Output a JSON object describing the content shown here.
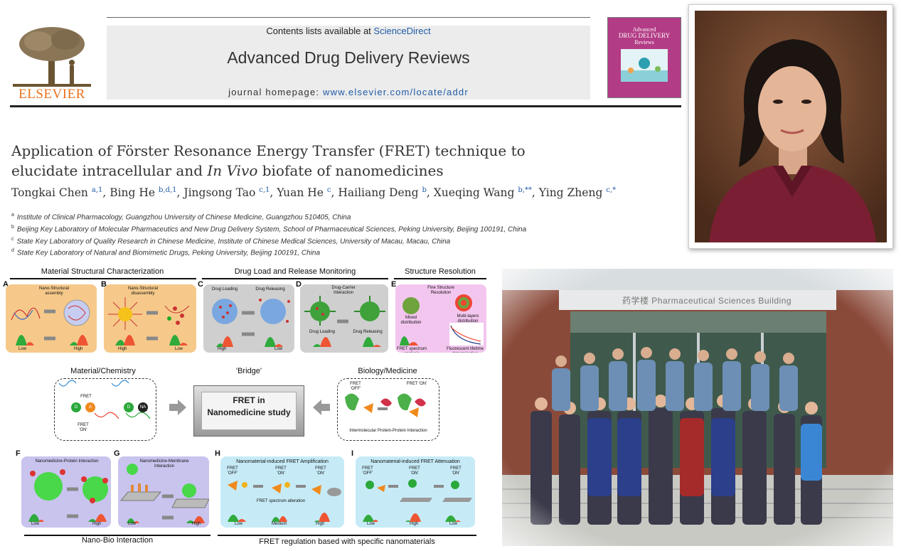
{
  "header": {
    "publisher_logo_text": "ELSEVIER",
    "contents_prefix": "Contents lists available at ",
    "contents_link": "ScienceDirect",
    "journal_title": "Advanced Drug Delivery Reviews",
    "homepage_prefix": "journal homepage: ",
    "homepage_url": "www.elsevier.com/locate/addr",
    "cover_title_1": "Advanced",
    "cover_title_2": "DRUG DELIVERY",
    "cover_title_3": "Reviews"
  },
  "article": {
    "title_line1": "Application of Förster Resonance Energy Transfer (FRET) technique to",
    "title_line2_a": "elucidate intracellular and ",
    "title_line2_italic": "In Vivo",
    "title_line2_b": " biofate of nanomedicines",
    "authors": [
      {
        "name": "Tongkai Chen ",
        "sup": "a,1",
        "sep": ", "
      },
      {
        "name": "Bing He ",
        "sup": "b,d,1",
        "sep": ", "
      },
      {
        "name": "Jingsong Tao ",
        "sup": "c,1",
        "sep": ", "
      },
      {
        "name": "Yuan He ",
        "sup": "c",
        "sep": ", "
      },
      {
        "name": "Hailiang Deng ",
        "sup": "b",
        "sep": ", "
      },
      {
        "name": "Xueqing Wang ",
        "sup": "b,**",
        "sep": ", "
      },
      {
        "name": "Ying Zheng ",
        "sup": "c,*",
        "sep": ""
      }
    ],
    "affiliations": [
      {
        "key": "a",
        "text": "Institute of Clinical Pharmacology, Guangzhou University of Chinese Medicine, Guangzhou 510405, China"
      },
      {
        "key": "b",
        "text": "Beijing Key Laboratory of Molecular Pharmaceutics and New Drug Delivery System, School of Pharmaceutical Sciences, Peking University, Beijing 100191, China"
      },
      {
        "key": "c",
        "text": "State Key Laboratory of Quality Research in Chinese Medicine, Institute of Chinese Medical Sciences, University of Macau, Macau, China"
      },
      {
        "key": "d",
        "text": "State Key Laboratory of Natural and Biomimetic Drugs, Peking University, Beijing 100191, China"
      }
    ]
  },
  "figure": {
    "sections": {
      "material": "Material Structural Characterization",
      "drug": "Drug Load and Release Monitoring",
      "structure": "Structure Resolution",
      "nanobio": "Nano-Bio Interaction",
      "fret_reg": "FRET regulation based with specific nanomaterials"
    },
    "panels": {
      "A": {
        "letter": "A",
        "title": "Nano-Structural assembly",
        "low": "Low",
        "high": "High"
      },
      "B": {
        "letter": "B",
        "title": "Nano-Structural disassembly",
        "high": "High",
        "low": "Low"
      },
      "C": {
        "letter": "C",
        "t1": "Drug Loading",
        "t2": "Drug Releasing",
        "high": "High",
        "low": "Low"
      },
      "D": {
        "letter": "D",
        "title": "Drug-Carrier Interaction",
        "t1": "Drug Loading",
        "t2": "Drug Releasing"
      },
      "E": {
        "letter": "E",
        "title": "Fine Structure Resolution",
        "mixed": "Mixed distribution",
        "multi": "Multi-layers distribution",
        "fret": "FRET spectrum analysis",
        "fluor": "Fluorescent lifetime determination"
      },
      "F": {
        "letter": "F",
        "title": "Nanomedicine-Protein Interaction",
        "low": "Low",
        "high": "High"
      },
      "G": {
        "letter": "G",
        "title": "Nanomedicine-Membrane Interaction",
        "low": "Low",
        "high": "High"
      },
      "H": {
        "letter": "H",
        "title": "Nanomaterial-induced FRET Amplification",
        "off": "FRET 'OFF'",
        "on1": "FRET 'ON'",
        "on2": "FRET 'ON'",
        "alt": "FRET spectrum alteration",
        "low": "Low",
        "medium": "Medium",
        "high": "High"
      },
      "I": {
        "letter": "I",
        "title": "Nanomaterial-induced FRET Attenuation",
        "off": "FRET 'OFF'",
        "on1": "FRET 'ON'",
        "on2": "FRET 'ON'",
        "low": "Low",
        "high": "High",
        "low2": "Low"
      }
    },
    "bridge": {
      "left_heading": "Material/Chemistry",
      "center_heading": "'Bridge'",
      "right_heading": "Biology/Medicine",
      "box_line1": "FRET in",
      "box_line2": "Nanomedicine study",
      "fret": "FRET",
      "fret_on": "FRET 'ON'",
      "fret_off": "FRET 'OFF'",
      "donor": "D",
      "acceptor": "A",
      "na": "NA",
      "ppi": "Intermolecular Protein-Protein Interaction"
    }
  },
  "group_photo": {
    "sign_cn": "药学楼",
    "sign_en": "Pharmaceutical Sciences Building"
  },
  "colors": {
    "link_blue": "#1f5ba6",
    "elsevier_orange": "#e9711c",
    "cover_magenta": "#b33c86",
    "panel_orange": "#f6c98a",
    "panel_gray": "#cfcfcf",
    "panel_pink": "#f3c6ef",
    "panel_purple": "#c8c4ee",
    "panel_cyan": "#c6ebf7"
  }
}
